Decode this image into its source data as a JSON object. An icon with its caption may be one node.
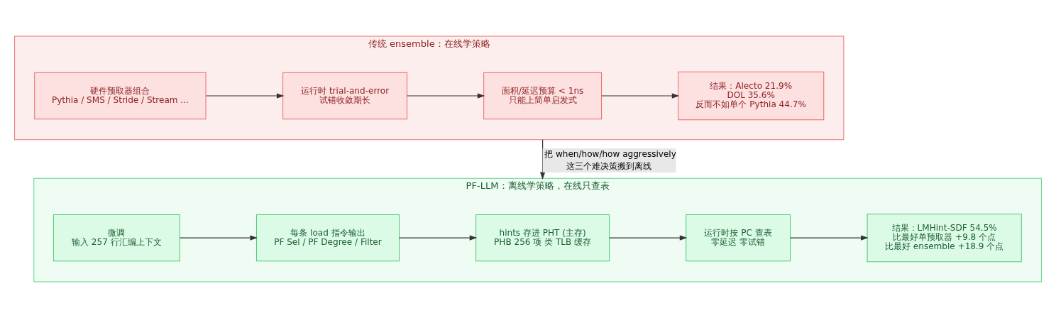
{
  "diagram": {
    "nodes": [
      {
        "text": [
          "传统 ensemble：在线学策略"
        ]
      },
      {
        "text": [
          "硬件预取器组合",
          "Pythia / SMS / Stride / Stream ..."
        ],
        "in": 0
      },
      {
        "text": [
          "运行时 trial-and-error",
          "试错收敛期长"
        ],
        "in": 0
      },
      {
        "text": [
          "面积/延迟预算 < 1ns",
          "只能上简单启发式"
        ],
        "in": 0
      },
      {
        "text": [
          "结果：Alecto 21.9%",
          "DOL 35.6%",
          "反而不如单个 Pythia 44.7%"
        ],
        "in": 0
      },
      {
        "text": [
          "PF-LLM：离线学策略，在线只查表"
        ]
      },
      {
        "text": [
          "微调",
          "输入 257 行汇编上下文"
        ],
        "in": 5
      },
      {
        "text": [
          "每条 load 指令输出",
          "PF Sel / PF Degree / Filter"
        ],
        "in": 5
      },
      {
        "text": [
          "hints 存进 PHT (主存)",
          "PHB 256 项 类 TLB 缓存"
        ],
        "in": 5
      },
      {
        "text": [
          "运行时按 PC 查表",
          "零延迟 零试错"
        ],
        "in": 5
      },
      {
        "text": [
          "结果：LMHint-SDF 54.5%",
          "比最好单预取器 +9.8 个点",
          "比最好 ensemble +18.9 个点"
        ],
        "in": 5
      }
    ],
    "edges": [
      {
        "from": 1,
        "to": 2,
        "arrow": "to"
      },
      {
        "from": 2,
        "to": 3,
        "arrow": "to"
      },
      {
        "from": 3,
        "to": 4,
        "arrow": "to"
      },
      {
        "from": 0,
        "to": 5,
        "arrow": "to",
        "label": "把 when/how/how aggressively 这三个难决策搬到离线"
      },
      {
        "from": 6,
        "to": 7,
        "arrow": "to"
      },
      {
        "from": 7,
        "to": 8,
        "arrow": "to"
      },
      {
        "from": 8,
        "to": 9,
        "arrow": "to"
      },
      {
        "from": 9,
        "to": 10,
        "arrow": "to"
      }
    ]
  }
}
